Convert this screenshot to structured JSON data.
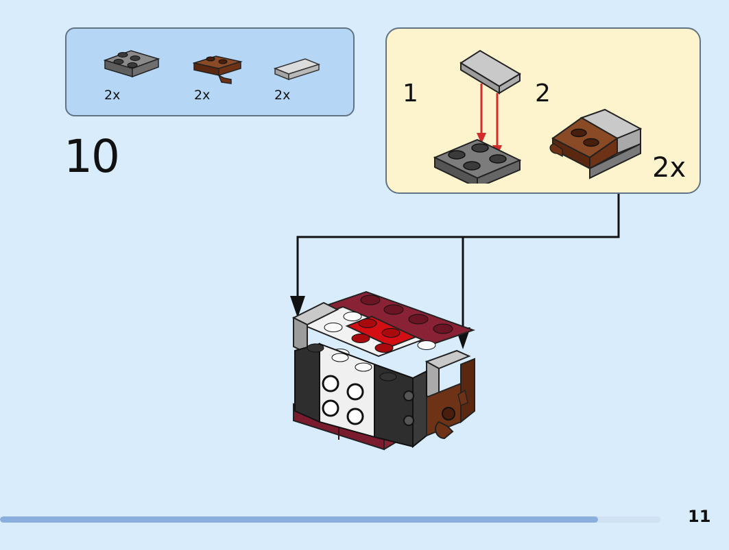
{
  "parts_list": {
    "parts": [
      {
        "name": "dark-gray-2x2-plate",
        "quantity": "2x",
        "color": "#7b7b7b"
      },
      {
        "name": "brown-plate-with-clip",
        "quantity": "2x",
        "color": "#7b3a1c"
      },
      {
        "name": "light-gray-tile",
        "quantity": "2x",
        "color": "#c8c8c8"
      }
    ]
  },
  "step": {
    "number": "10"
  },
  "sub_assembly": {
    "step_1_label": "1",
    "step_2_label": "2",
    "quantity": "2x"
  },
  "page": {
    "number": "11",
    "progress_fraction": 0.905
  },
  "colors": {
    "background": "#d8ecfb",
    "parts_box": "#b5d7f5",
    "sub_box": "#fdf3cd",
    "arrow_red": "#d42a2a",
    "dark_red": "#8a2236",
    "bright_red": "#d40f14"
  }
}
